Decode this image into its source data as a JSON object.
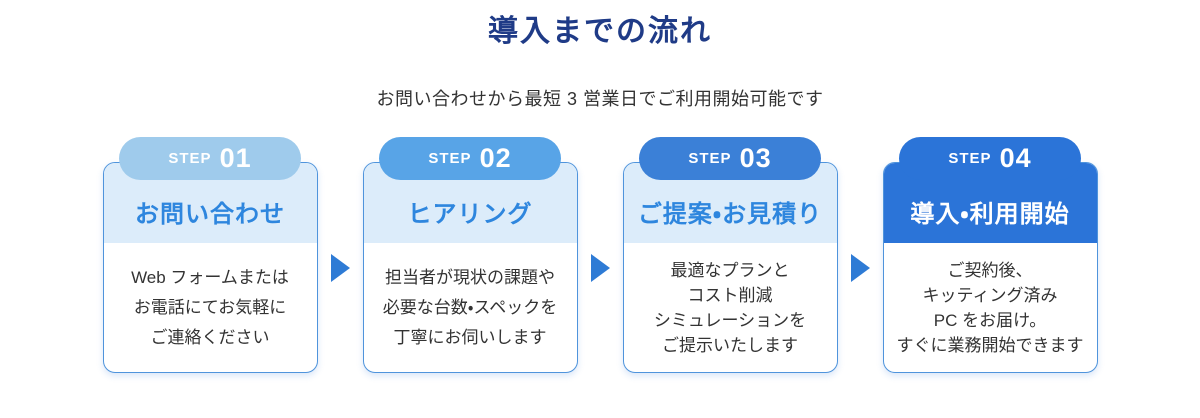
{
  "header": {
    "title": "導入までの流れ",
    "subtitle": "お問い合わせから最短 3 営業日でご利用開始可能です"
  },
  "colors": {
    "title_text": "#1f3b87",
    "body_text": "#333333",
    "card_border": "#4f94dc",
    "card_header_light_bg": "#dcecfa",
    "card_title_blue": "#2e86de",
    "arrow_blue": "#2e7bd5",
    "badge_step1": "#9fcbec",
    "badge_step2": "#58a4e7",
    "badge_step3": "#3b80d7",
    "badge_step4": "#2b74d8",
    "step4_header_bg": "#2b74d8",
    "step4_title_text": "#ffffff"
  },
  "steps": [
    {
      "step_label": "STEP",
      "step_number": "01",
      "title": "お問い合わせ",
      "body_lines": [
        "Web フォームまたは",
        "お電話にてお気軽に",
        "ご連絡ください"
      ]
    },
    {
      "step_label": "STEP",
      "step_number": "02",
      "title": "ヒアリング",
      "body_lines": [
        "担当者が現状の課題や",
        "必要な台数・スペックを",
        "丁寧にお伺いします"
      ]
    },
    {
      "step_label": "STEP",
      "step_number": "03",
      "title": "ご提案・お見積り",
      "body_lines": [
        "最適なプランと",
        "コスト削減",
        "シミュレーションを",
        "ご提示いたします"
      ]
    },
    {
      "step_label": "STEP",
      "step_number": "04",
      "title": "導入・利用開始",
      "body_lines": [
        "ご契約後、",
        "キッティング済み",
        "PC をお届け。",
        "すぐに業務開始できます"
      ]
    }
  ]
}
